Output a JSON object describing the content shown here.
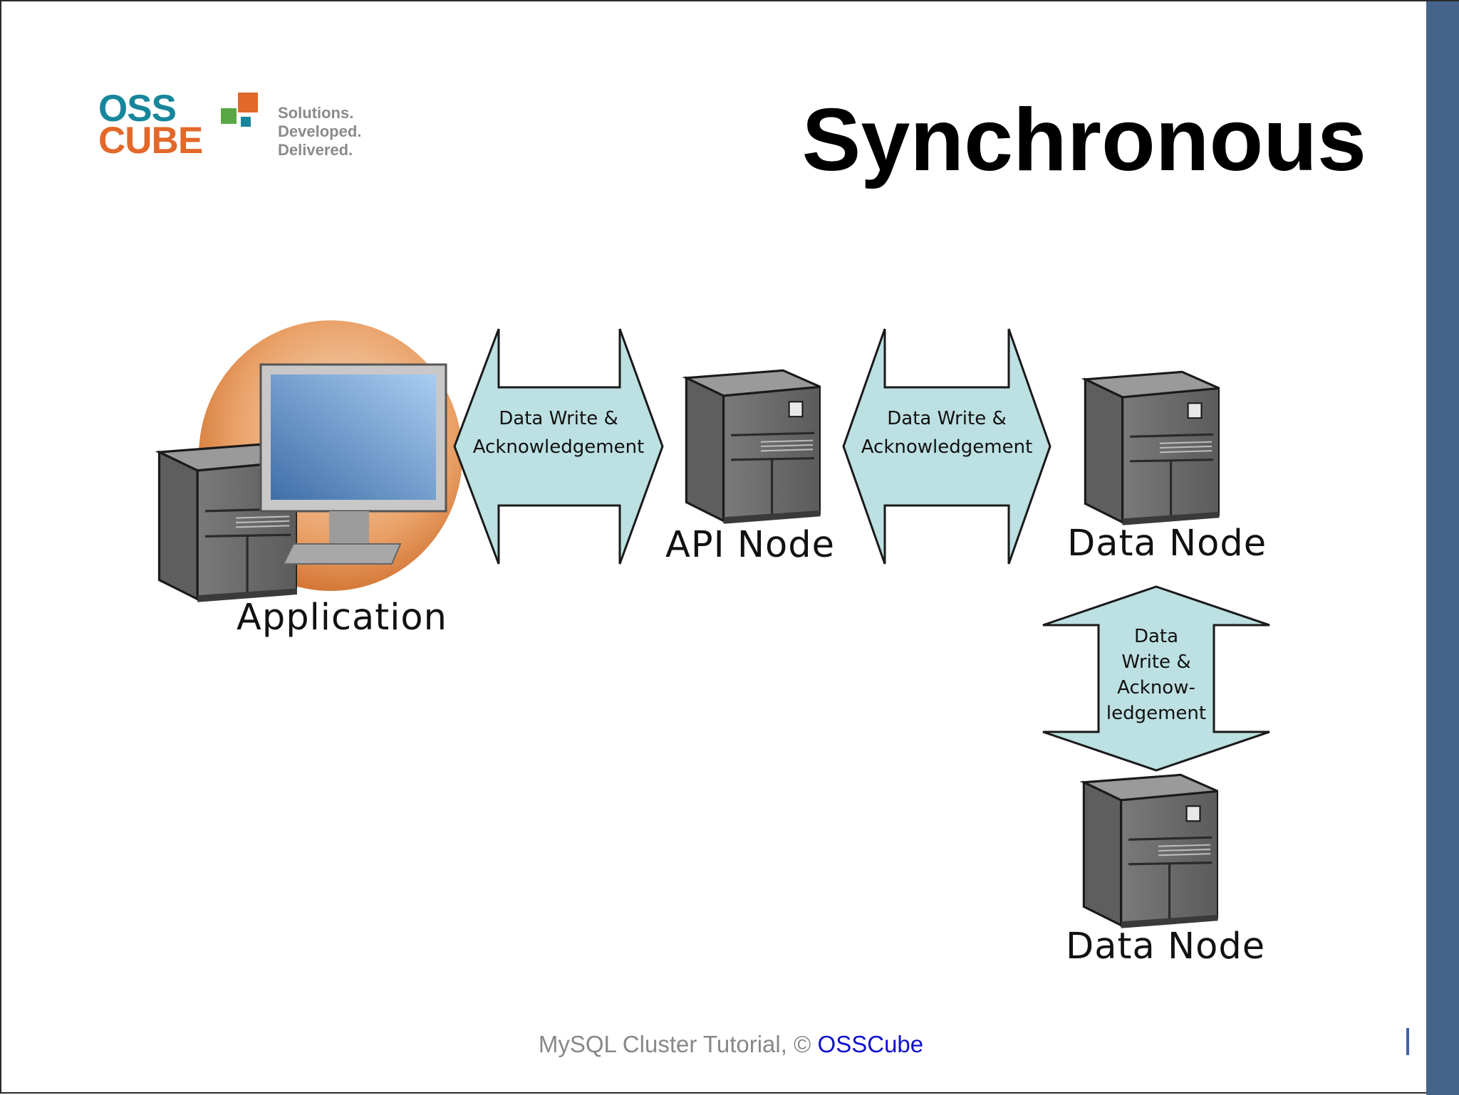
{
  "slide": {
    "title": "Synchronous",
    "logo": {
      "line1": "OSS",
      "line2": "CUBE",
      "tagline": [
        "Solutions.",
        "Developed.",
        "Delivered."
      ],
      "colors": {
        "teal": "#17869b",
        "orange": "#e2692a",
        "green": "#5aa845"
      }
    },
    "footer": {
      "text": "MySQL Cluster Tutorial, © ",
      "link": "OSSCube"
    },
    "accent_color": "#446589"
  },
  "diagram": {
    "nodes": [
      {
        "id": "application",
        "label": "Application",
        "icon": "computer-workstation-icon"
      },
      {
        "id": "api-node",
        "label": "API Node",
        "icon": "server-tower-icon"
      },
      {
        "id": "data-node-1",
        "label": "Data Node",
        "icon": "server-tower-icon"
      },
      {
        "id": "data-node-2",
        "label": "Data Node",
        "icon": "server-tower-icon"
      }
    ],
    "edges": [
      {
        "from": "application",
        "to": "api-node",
        "label_lines": [
          "Data Write &",
          "Acknowledgement"
        ],
        "direction": "bidirectional"
      },
      {
        "from": "api-node",
        "to": "data-node-1",
        "label_lines": [
          "Data Write &",
          "Acknowledgement"
        ],
        "direction": "bidirectional"
      },
      {
        "from": "data-node-1",
        "to": "data-node-2",
        "label_lines": [
          "Data",
          "Write &",
          "Acknow-",
          "ledgement"
        ],
        "direction": "bidirectional"
      }
    ],
    "arrow_fill": "#bde0e2"
  }
}
